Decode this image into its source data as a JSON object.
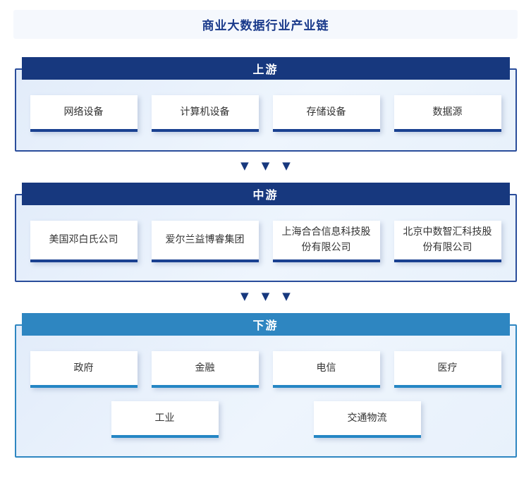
{
  "title": "商业大数据行业产业链",
  "colors": {
    "navy": "#17387e",
    "navy_border": "#2a4d9b",
    "navy_underline": "#1a4191",
    "sky": "#2e86c1",
    "sky_underline": "#2586c4",
    "panel_fill_top": "#e2ecfa",
    "panel_fill_bottom": "#eef5fd",
    "card_text": "#333333",
    "title_text": "#19398a",
    "header_text": "#ffffff",
    "title_band_bg": "#f5f8fd"
  },
  "connector": {
    "icon": "triangle-down-icon",
    "glyph": "▼",
    "count": 3
  },
  "sections": [
    {
      "id": "upstream",
      "label": "上游",
      "theme": "navy",
      "rows": [
        [
          "网络设备",
          "计算机设备",
          "存储设备",
          "数据源"
        ]
      ]
    },
    {
      "id": "midstream",
      "label": "中游",
      "theme": "navy",
      "rows": [
        [
          "美国邓白氏公司",
          "爱尔兰益博睿集团",
          "上海合合信息科技股份有限公司",
          "北京中数智汇科技股份有限公司"
        ]
      ]
    },
    {
      "id": "downstream",
      "label": "下游",
      "theme": "sky",
      "rows": [
        [
          "政府",
          "金融",
          "电信",
          "医疗"
        ],
        [
          "工业",
          "交通物流"
        ]
      ]
    }
  ]
}
